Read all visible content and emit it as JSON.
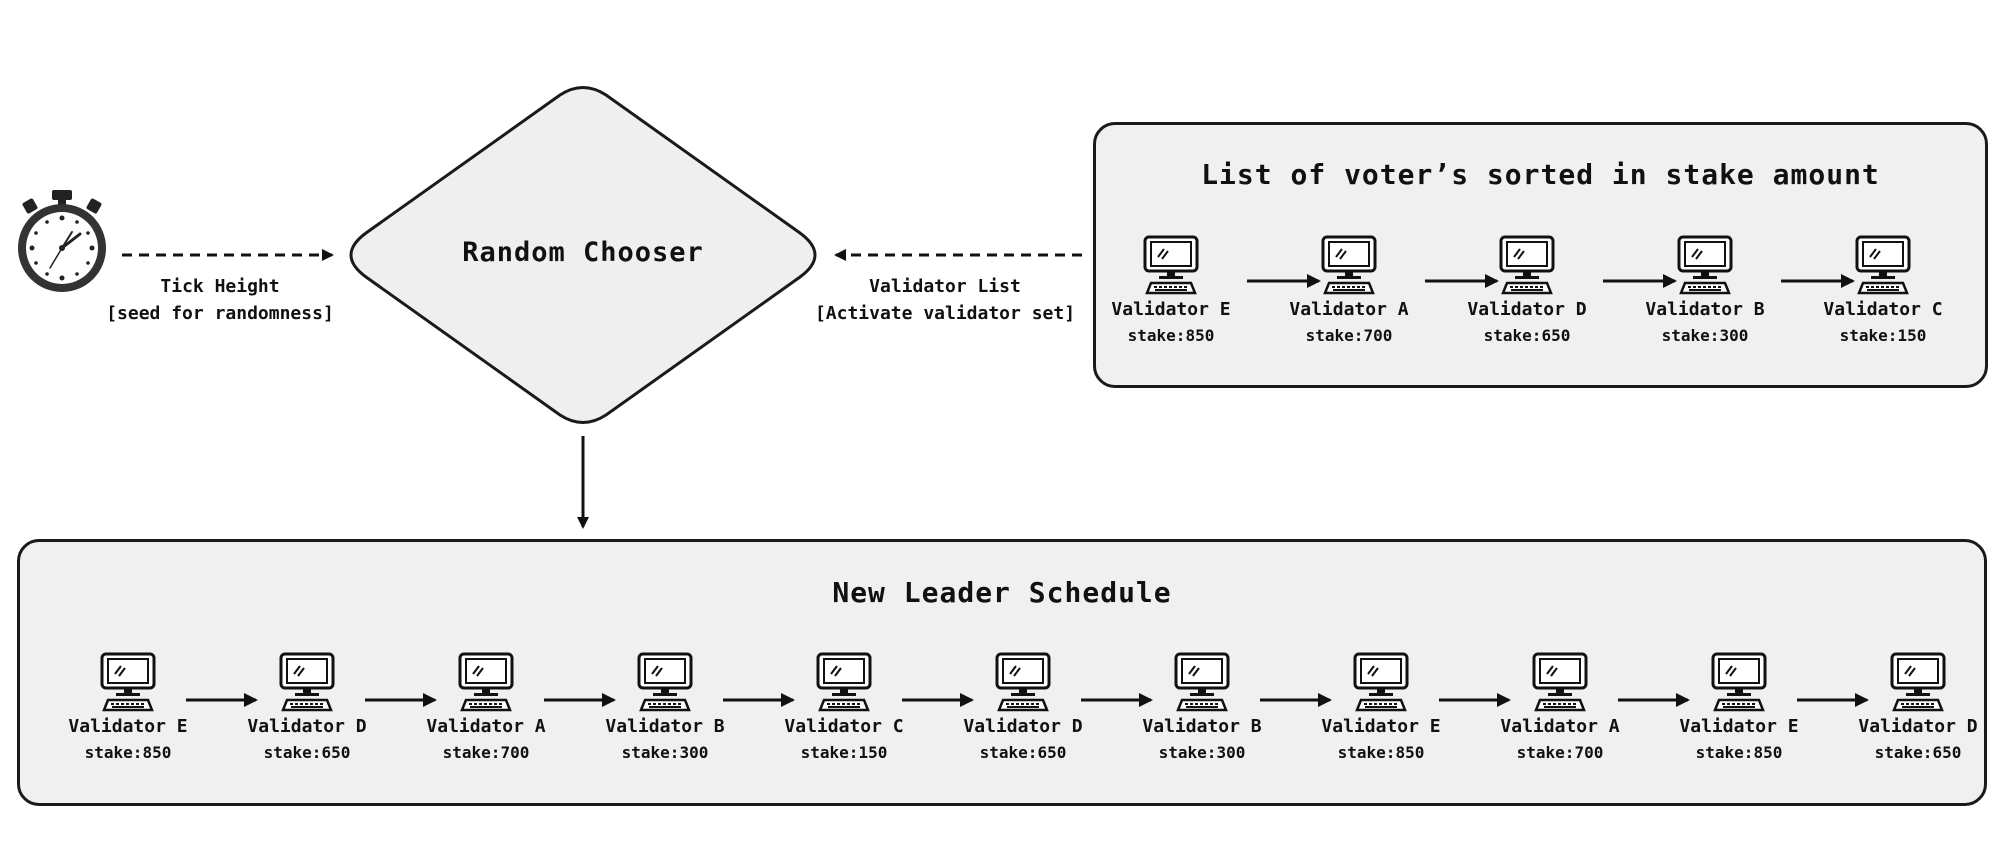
{
  "timer": {
    "icon": "stopwatch-icon"
  },
  "tick": {
    "line1": "Tick Height",
    "line2": "[seed for randomness]"
  },
  "chooser": {
    "label": "Random Chooser"
  },
  "validator_list_label": {
    "line1": "Validator List",
    "line2": "[Activate validator set]"
  },
  "sorted_panel": {
    "title": "List of voter’s sorted in stake amount",
    "validators": [
      {
        "name": "Validator E",
        "stake": "stake:850"
      },
      {
        "name": "Validator A",
        "stake": "stake:700"
      },
      {
        "name": "Validator D",
        "stake": "stake:650"
      },
      {
        "name": "Validator B",
        "stake": "stake:300"
      },
      {
        "name": "Validator C",
        "stake": "stake:150"
      }
    ]
  },
  "schedule_panel": {
    "title": "New Leader Schedule",
    "validators": [
      {
        "name": "Validator E",
        "stake": "stake:850"
      },
      {
        "name": "Validator D",
        "stake": "stake:650"
      },
      {
        "name": "Validator A",
        "stake": "stake:700"
      },
      {
        "name": "Validator B",
        "stake": "stake:300"
      },
      {
        "name": "Validator C",
        "stake": "stake:150"
      },
      {
        "name": "Validator D",
        "stake": "stake:650"
      },
      {
        "name": "Validator B",
        "stake": "stake:300"
      },
      {
        "name": "Validator E",
        "stake": "stake:850"
      },
      {
        "name": "Validator A",
        "stake": "stake:700"
      },
      {
        "name": "Validator E",
        "stake": "stake:850"
      },
      {
        "name": "Validator D",
        "stake": "stake:650"
      }
    ]
  },
  "colors": {
    "panel_bg": "#f0f0f0",
    "stroke": "#1a1a1a",
    "chooser_fill": "#efefef"
  }
}
